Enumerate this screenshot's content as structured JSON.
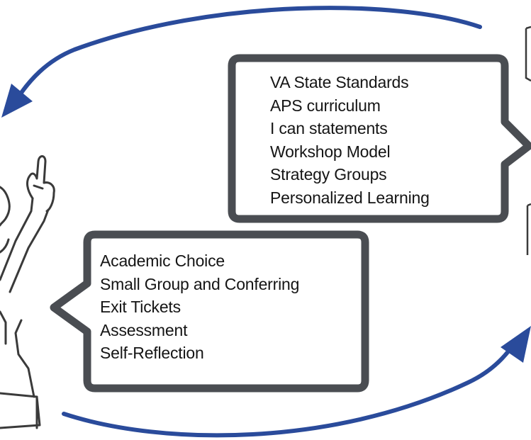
{
  "top_bubble": {
    "items": [
      "VA State Standards",
      "APS curriculum",
      "I can statements",
      "Workshop Model",
      "Strategy Groups",
      "Personalized Learning"
    ]
  },
  "bottom_bubble": {
    "items": [
      "Academic Choice",
      "Small Group and Conferring",
      "Exit Tickets",
      "Assessment",
      "Self-Reflection"
    ]
  },
  "colors": {
    "arrow": "#2a4b9b",
    "bubble_border": "#4a4d52",
    "figure_line": "#3a3a3a",
    "text": "#151515"
  },
  "icons": [
    "person-figure-icon",
    "partial-figure-icon"
  ]
}
